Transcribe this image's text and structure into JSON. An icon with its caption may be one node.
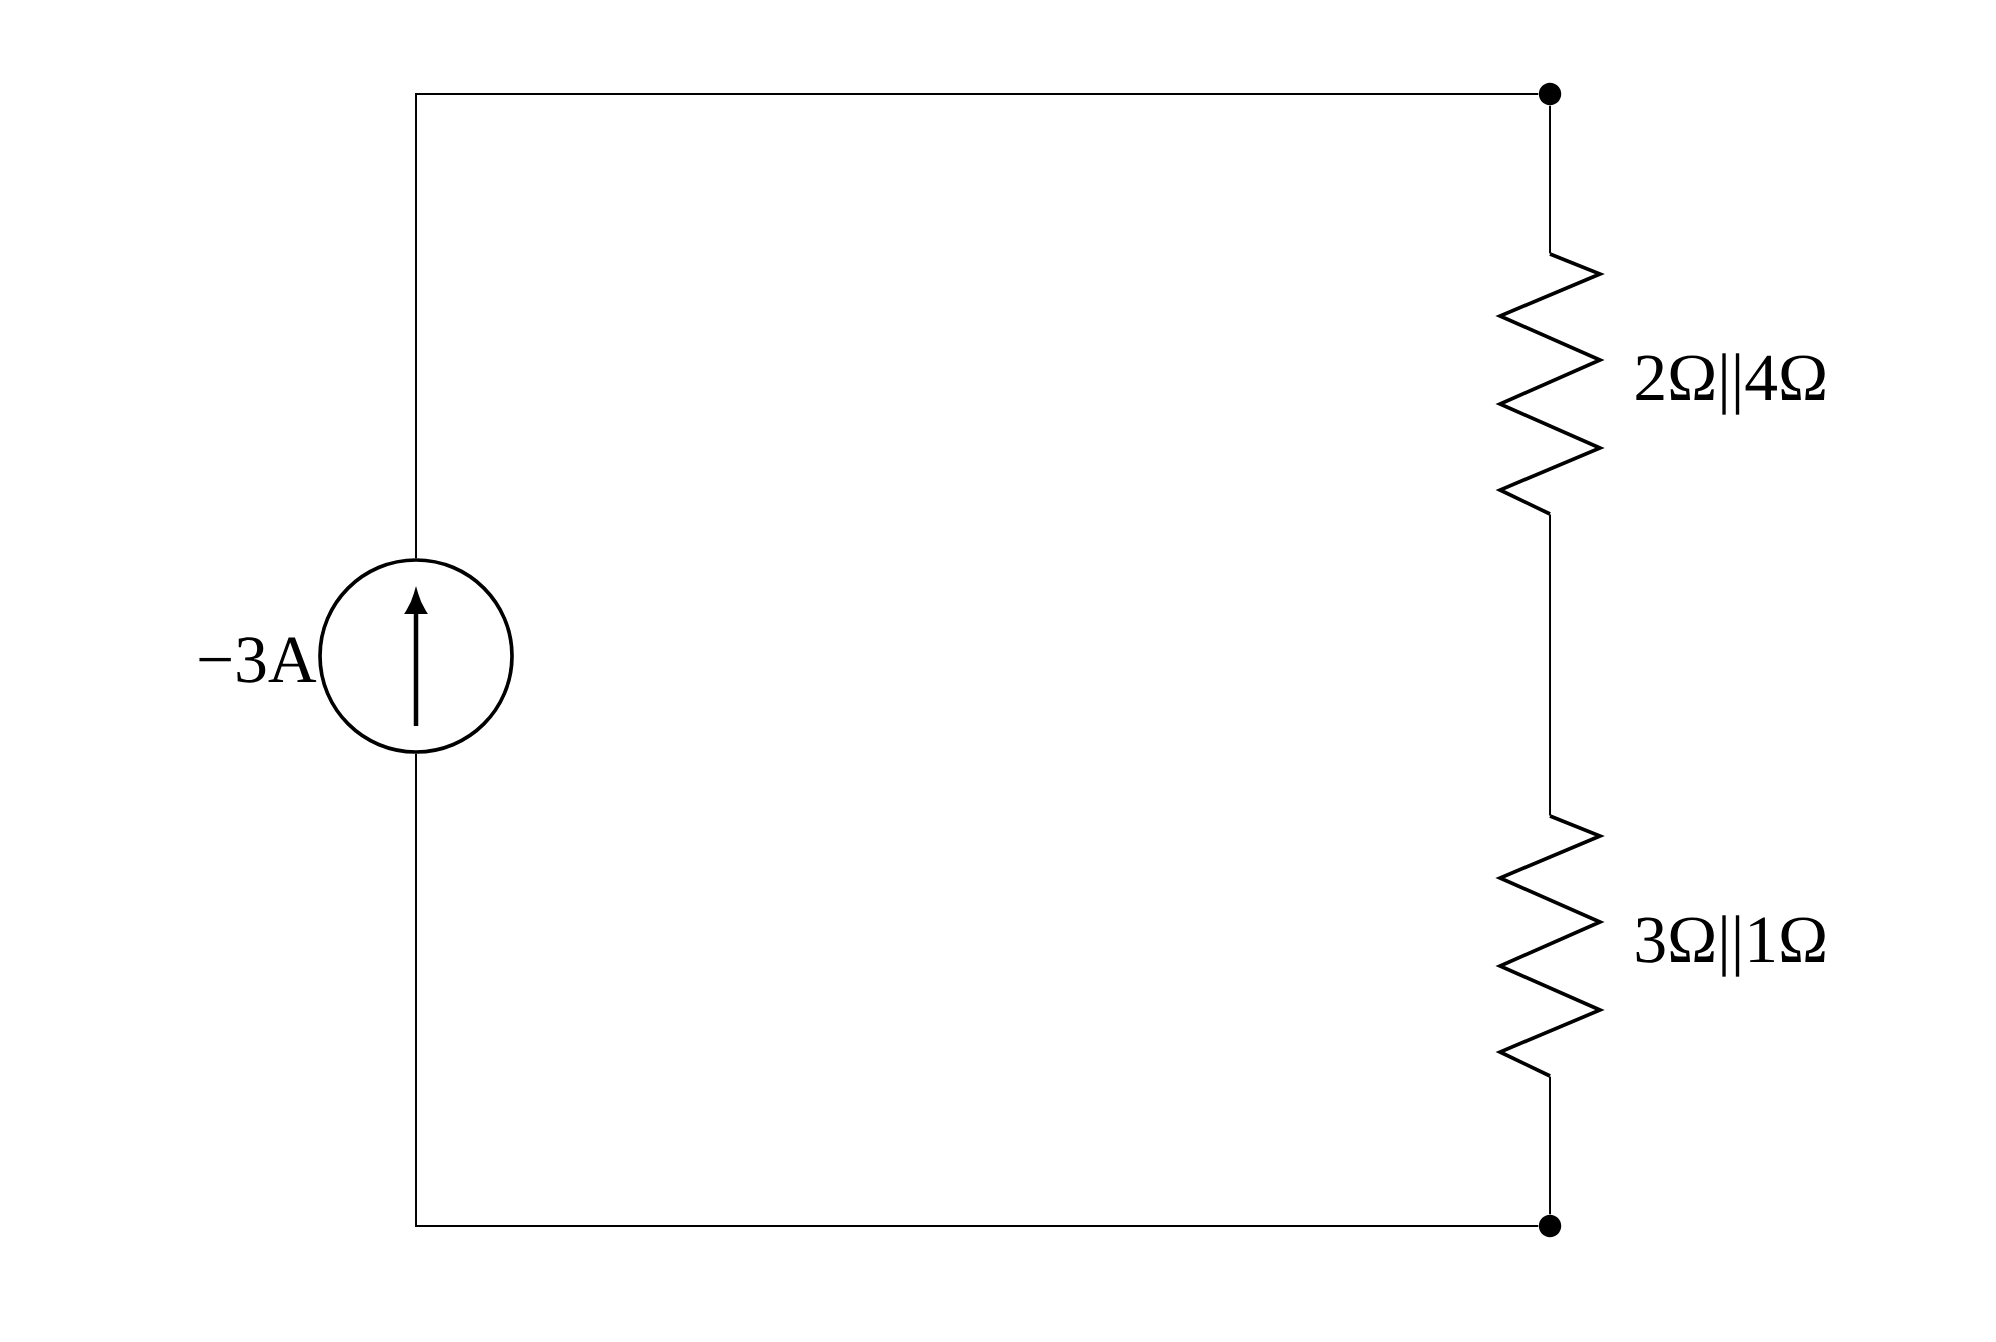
{
  "diagram": {
    "nodes": [
      {
        "text": [],
        "shape": "circle",
        "beside": [
          "−3A"
        ]
      },
      {
        "text": [],
        "shape": "dot"
      },
      {
        "text": [],
        "shape": "resistor",
        "beside": [
          "2Ω||4Ω"
        ]
      },
      {
        "text": [],
        "shape": "resistor",
        "beside": [
          "3Ω||1Ω"
        ]
      },
      {
        "text": [],
        "shape": "dot"
      }
    ],
    "edges": [
      {
        "from": 0,
        "to": 1,
        "arrow": "none"
      },
      {
        "from": 1,
        "to": 2,
        "arrow": "none"
      },
      {
        "from": 2,
        "to": 3,
        "arrow": "none"
      },
      {
        "from": 3,
        "to": 4,
        "arrow": "none"
      },
      {
        "from": 4,
        "to": 0,
        "arrow": "none"
      }
    ]
  }
}
